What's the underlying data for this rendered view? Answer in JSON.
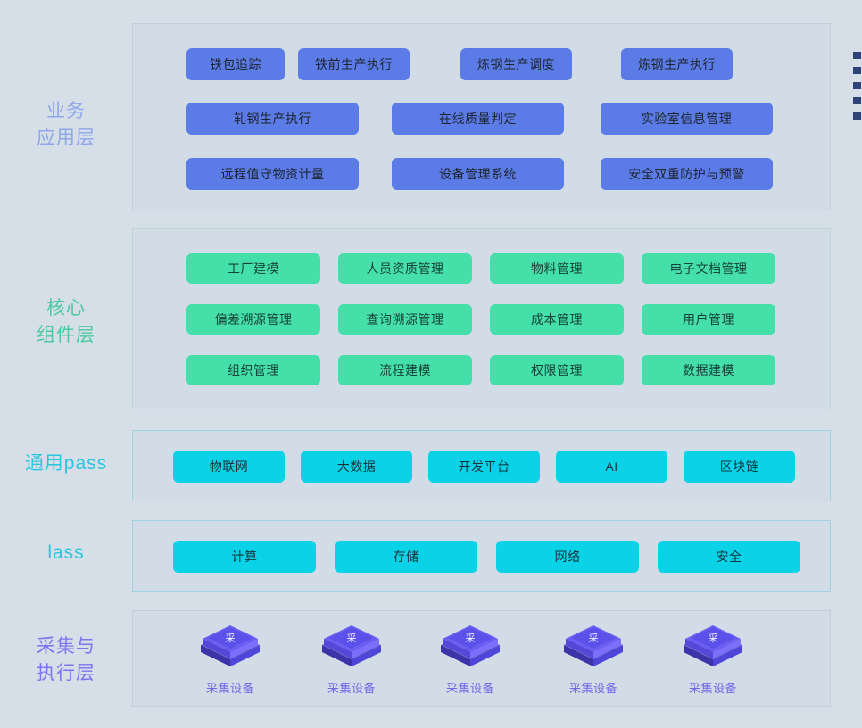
{
  "layers": [
    {
      "id": "business",
      "label": "业务\n应用层",
      "label_color": "#8fa6e8",
      "chip_color": "#5b7ce6",
      "rows": [
        {
          "items": [
            "铁包追踪",
            "铁前生产执行",
            "炼钢生产调度",
            "炼钢生产执行"
          ]
        },
        {
          "items": [
            "轧钢生产执行",
            "在线质量判定",
            "实验室信息管理"
          ]
        },
        {
          "items": [
            "远程值守物资计量",
            "设备管理系统",
            "安全双重防护与预警"
          ]
        }
      ]
    },
    {
      "id": "core",
      "label": "核心\n组件层",
      "label_color": "#4cc9a0",
      "chip_color": "#45dfa9",
      "rows": [
        {
          "items": [
            "工厂建模",
            "人员资质管理",
            "物料管理",
            "电子文档管理"
          ]
        },
        {
          "items": [
            "偏差溯源管理",
            "查询溯源管理",
            "成本管理",
            "用户管理"
          ]
        },
        {
          "items": [
            "组织管理",
            "流程建模",
            "权限管理",
            "数据建模"
          ]
        }
      ]
    },
    {
      "id": "paas",
      "label": "通用pass",
      "label_color": "#27c6de",
      "chip_color": "#0ad3e8",
      "rows": [
        {
          "items": [
            "物联网",
            "大数据",
            "开发平台",
            "AI",
            "区块链"
          ]
        }
      ]
    },
    {
      "id": "iaas",
      "label": "lass",
      "label_color": "#27c6de",
      "chip_color": "#0ad3e8",
      "rows": [
        {
          "items": [
            "计算",
            "存储",
            "网络",
            "安全"
          ]
        }
      ]
    },
    {
      "id": "collect",
      "label": "采集与\n执行层",
      "label_color": "#7d73ee",
      "chip_color": "#5b4ce0",
      "devices": [
        {
          "icon": "collection-device-cube-icon",
          "glyph": "采",
          "caption": "采集设备"
        },
        {
          "icon": "collection-device-cube-icon",
          "glyph": "采",
          "caption": "采集设备"
        },
        {
          "icon": "collection-device-cube-icon",
          "glyph": "采",
          "caption": "采集设备"
        },
        {
          "icon": "collection-device-cube-icon",
          "glyph": "采",
          "caption": "采集设备"
        },
        {
          "icon": "collection-device-cube-icon",
          "glyph": "采",
          "caption": "采集设备"
        }
      ]
    }
  ],
  "edge_markers": {
    "name": "legend-marker",
    "color": "#2f4378",
    "count": 5
  },
  "palette": {
    "background": "#d6dfe8",
    "panel_fill": "#d2dce6",
    "blue": "#5b7ce6",
    "green": "#45dfa9",
    "cyan": "#0ad3e8",
    "device_purple": "#5b4ce0",
    "device_caption": "#6f66e6"
  }
}
